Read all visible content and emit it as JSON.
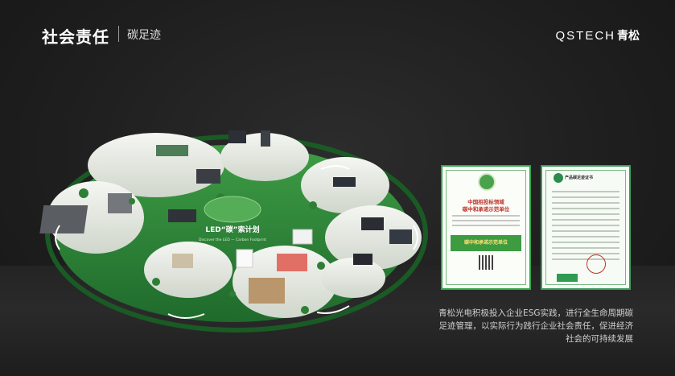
{
  "header": {
    "title": "社会责任",
    "subtitle": "碳足迹"
  },
  "brand": {
    "logo_text": "QSTECH",
    "logo_cn": "青松",
    "accent_color": "#3d9b40"
  },
  "diagram": {
    "center_title": "LED“碳”索计划",
    "center_subtitle": "Discover the LED — Carbon Footprint"
  },
  "certificates": [
    {
      "title_lines": [
        "中国招投标领域",
        "碳中和承诺示范单位"
      ],
      "band_text": "碳中和承诺示范单位"
    },
    {
      "title": "产品碳足迹证书"
    }
  ],
  "caption": {
    "lines": [
      "青松光电积极投入企业ESG实践，进行全生命周期碳",
      "足迹管理，以实际行为践行企业社会责任，促进经济",
      "社会的可持续发展"
    ]
  }
}
